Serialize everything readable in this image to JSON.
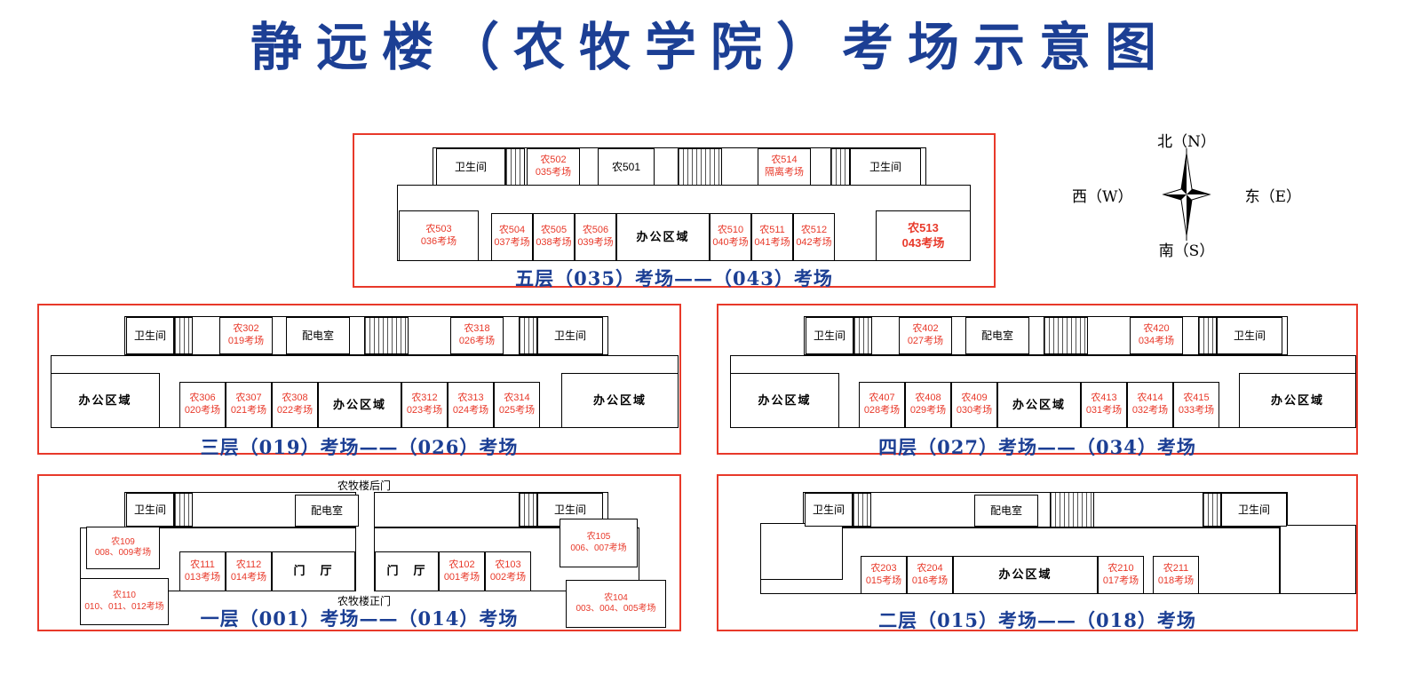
{
  "title": "静远楼（农牧学院）考场示意图",
  "colors": {
    "title_blue": "#1c3f94",
    "exam_red": "#e8392a"
  },
  "compass": {
    "north": "北（N）",
    "south": "南（S）",
    "west": "西（W）",
    "east": "东（E）"
  },
  "labels": {
    "wc": "卫生间",
    "power": "配电室",
    "office": "办公区域",
    "hall": "门　厅",
    "back_gate": "农牧楼后门",
    "front_gate": "农牧楼正门"
  },
  "f5": {
    "caption": "五层（035）考场——（043）考场",
    "rooms": {
      "n501": {
        "l1": "农501"
      },
      "n502": {
        "l1": "农502",
        "l2": "035考场"
      },
      "n514": {
        "l1": "农514",
        "l2": "隔离考场"
      },
      "n503": {
        "l1": "农503",
        "l2": "036考场"
      },
      "n504": {
        "l1": "农504",
        "l2": "037考场"
      },
      "n505": {
        "l1": "农505",
        "l2": "038考场"
      },
      "n506": {
        "l1": "农506",
        "l2": "039考场"
      },
      "n510": {
        "l1": "农510",
        "l2": "040考场"
      },
      "n511": {
        "l1": "农511",
        "l2": "041考场"
      },
      "n512": {
        "l1": "农512",
        "l2": "042考场"
      },
      "n513": {
        "l1": "农513",
        "l2": "043考场"
      }
    }
  },
  "f3": {
    "caption": "三层（019）考场——（026）考场",
    "rooms": {
      "n302": {
        "l1": "农302",
        "l2": "019考场"
      },
      "n318": {
        "l1": "农318",
        "l2": "026考场"
      },
      "n306": {
        "l1": "农306",
        "l2": "020考场"
      },
      "n307": {
        "l1": "农307",
        "l2": "021考场"
      },
      "n308": {
        "l1": "农308",
        "l2": "022考场"
      },
      "n312": {
        "l1": "农312",
        "l2": "023考场"
      },
      "n313": {
        "l1": "农313",
        "l2": "024考场"
      },
      "n314": {
        "l1": "农314",
        "l2": "025考场"
      }
    }
  },
  "f4": {
    "caption": "四层（027）考场——（034）考场",
    "rooms": {
      "n402": {
        "l1": "农402",
        "l2": "027考场"
      },
      "n420": {
        "l1": "农420",
        "l2": "034考场"
      },
      "n407": {
        "l1": "农407",
        "l2": "028考场"
      },
      "n408": {
        "l1": "农408",
        "l2": "029考场"
      },
      "n409": {
        "l1": "农409",
        "l2": "030考场"
      },
      "n413": {
        "l1": "农413",
        "l2": "031考场"
      },
      "n414": {
        "l1": "农414",
        "l2": "032考场"
      },
      "n415": {
        "l1": "农415",
        "l2": "033考场"
      }
    }
  },
  "f1": {
    "caption": "一层（001）考场——（014）考场",
    "rooms": {
      "n109": {
        "l1": "农109",
        "l2": "008、009考场"
      },
      "n110": {
        "l1": "农110",
        "l2": "010、011、012考场"
      },
      "n111": {
        "l1": "农111",
        "l2": "013考场"
      },
      "n112": {
        "l1": "农112",
        "l2": "014考场"
      },
      "n102": {
        "l1": "农102",
        "l2": "001考场"
      },
      "n103": {
        "l1": "农103",
        "l2": "002考场"
      },
      "n105": {
        "l1": "农105",
        "l2": "006、007考场"
      },
      "n104": {
        "l1": "农104",
        "l2": "003、004、005考场"
      }
    }
  },
  "f2": {
    "caption": "二层（015）考场——（018）考场",
    "rooms": {
      "n203": {
        "l1": "农203",
        "l2": "015考场"
      },
      "n204": {
        "l1": "农204",
        "l2": "016考场"
      },
      "n210": {
        "l1": "农210",
        "l2": "017考场"
      },
      "n211": {
        "l1": "农211",
        "l2": "018考场"
      }
    }
  }
}
